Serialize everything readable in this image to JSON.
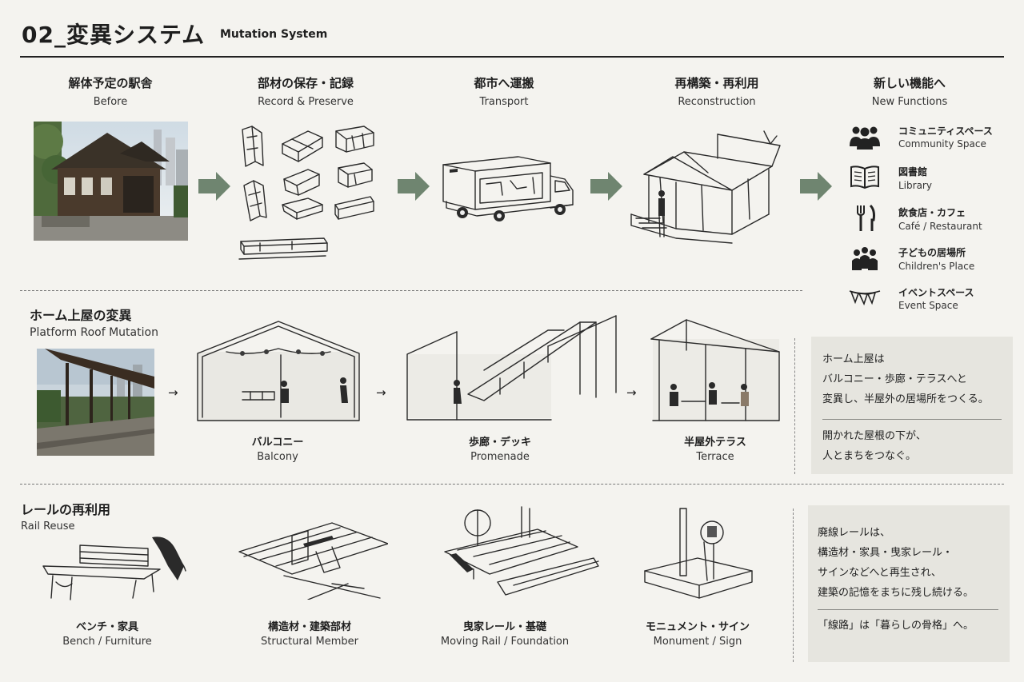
{
  "header": {
    "title": "02_変異システム",
    "subtitle": "Mutation System"
  },
  "colors": {
    "background": "#f4f3ef",
    "arrow": "#6f8570",
    "note_box": "#e6e5df",
    "rule": "#222222"
  },
  "process": {
    "steps": [
      {
        "jp": "解体予定の駅舎",
        "en": "Before"
      },
      {
        "jp": "部材の保存・記録",
        "en": "Record & Preserve"
      },
      {
        "jp": "都市へ運搬",
        "en": "Transport"
      },
      {
        "jp": "再構築・再利用",
        "en": "Reconstruction"
      },
      {
        "jp": "新しい機能へ",
        "en": "New Functions"
      }
    ],
    "functions": [
      {
        "icon": "community-icon",
        "jp": "コミュニティスペース",
        "en": "Community Space"
      },
      {
        "icon": "book-icon",
        "jp": "図書館",
        "en": "Library"
      },
      {
        "icon": "fork-knife-icon",
        "jp": "飲食店・カフェ",
        "en": "Café / Restaurant"
      },
      {
        "icon": "children-icon",
        "jp": "子どもの居場所",
        "en": "Children's Place"
      },
      {
        "icon": "bunting-icon",
        "jp": "イベントスペース",
        "en": "Event Space"
      }
    ]
  },
  "platform": {
    "title_jp": "ホーム上屋の変異",
    "title_en": "Platform Roof Mutation",
    "variants": [
      {
        "jp": "バルコニー",
        "en": "Balcony"
      },
      {
        "jp": "歩廊・デッキ",
        "en": "Promenade"
      },
      {
        "jp": "半屋外テラス",
        "en": "Terrace"
      }
    ],
    "note": {
      "lines": [
        "ホーム上屋は",
        "バルコニー・歩廊・テラスへと",
        "変異し、半屋外の居場所をつくる。"
      ],
      "lines2": [
        "開かれた屋根の下が、",
        "人とまちをつなぐ。"
      ]
    }
  },
  "rail": {
    "title_jp": "レールの再利用",
    "title_en": "Rail Reuse",
    "items": [
      {
        "jp": "ベンチ・家具",
        "en": "Bench / Furniture"
      },
      {
        "jp": "構造材・建築部材",
        "en": "Structural Member"
      },
      {
        "jp": "曳家レール・基礎",
        "en": "Moving Rail / Foundation"
      },
      {
        "jp": "モニュメント・サイン",
        "en": "Monument / Sign"
      }
    ],
    "note": {
      "lines": [
        "廃線レールは、",
        "構造材・家具・曳家レール・",
        "サインなどへと再生され、",
        "建築の記憶をまちに残し続ける。"
      ],
      "lines2": [
        "「線路」は「暮らしの骨格」へ。"
      ]
    }
  }
}
